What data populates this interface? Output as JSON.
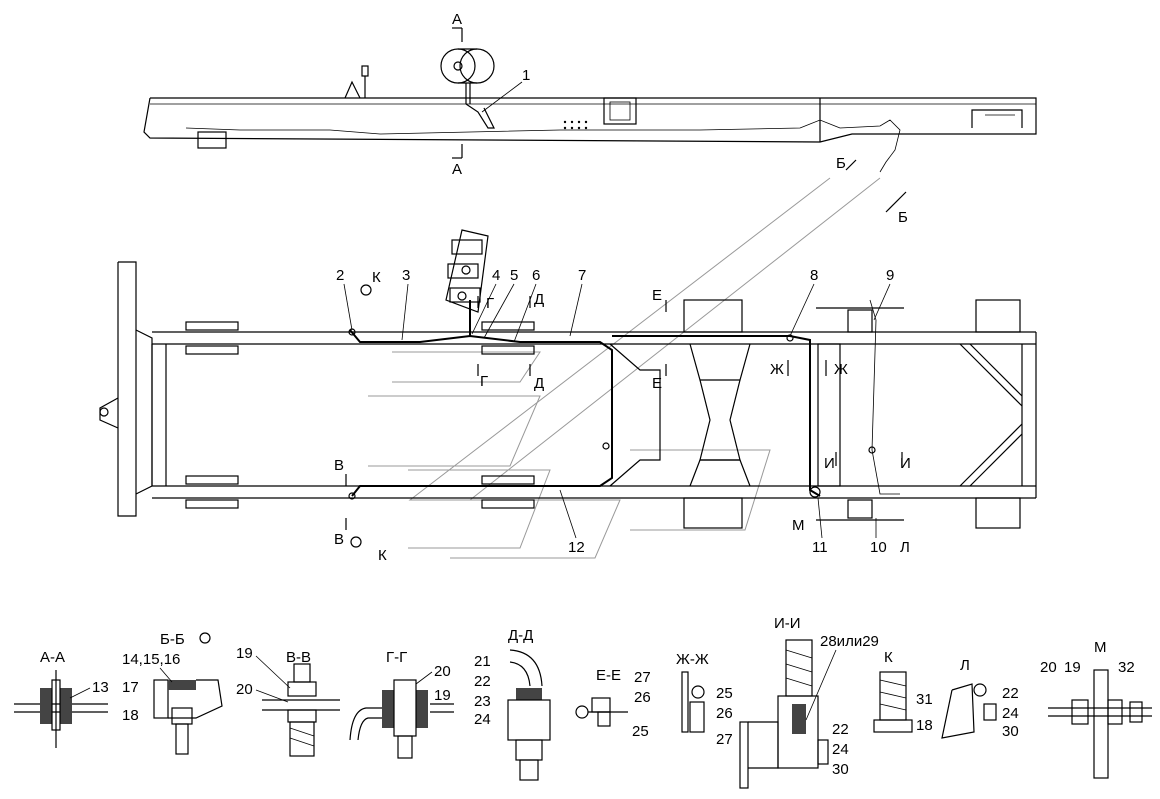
{
  "markers": {
    "A": "А",
    "B": "Б",
    "V": "В",
    "G": "Г",
    "D": "Д",
    "E": "Е",
    "Zh": "Ж",
    "I": "И",
    "K": "К",
    "L": "Л",
    "M": "М"
  },
  "top_callouts": [
    "1"
  ],
  "plan_callouts": [
    "2",
    "3",
    "4",
    "5",
    "6",
    "7",
    "8",
    "9",
    "10",
    "11",
    "12"
  ],
  "sections": {
    "aa": {
      "title": "А-А",
      "labels": [
        "13"
      ]
    },
    "bb": {
      "title": "Б-Б",
      "labels": [
        "14,15,16",
        "17",
        "18"
      ]
    },
    "vv": {
      "title": "В-В",
      "labels": [
        "19",
        "20"
      ]
    },
    "gg": {
      "title": "Г-Г",
      "labels": [
        "20",
        "19"
      ]
    },
    "dd": {
      "title": "Д-Д",
      "labels": [
        "21",
        "22",
        "23",
        "24"
      ]
    },
    "ee": {
      "title": "Е-Е",
      "labels": [
        "27",
        "26",
        "25"
      ]
    },
    "zhzh": {
      "title": "Ж-Ж",
      "labels": [
        "25",
        "26",
        "27"
      ]
    },
    "ii": {
      "title": "И-И",
      "labels": [
        "28или29",
        "22",
        "24",
        "30"
      ]
    },
    "k": {
      "title": "К",
      "labels": [
        "31",
        "18"
      ]
    },
    "l": {
      "title": "Л",
      "labels": [
        "22",
        "24",
        "30"
      ]
    },
    "m": {
      "title": "М",
      "labels": [
        "20",
        "19",
        "32"
      ]
    }
  }
}
